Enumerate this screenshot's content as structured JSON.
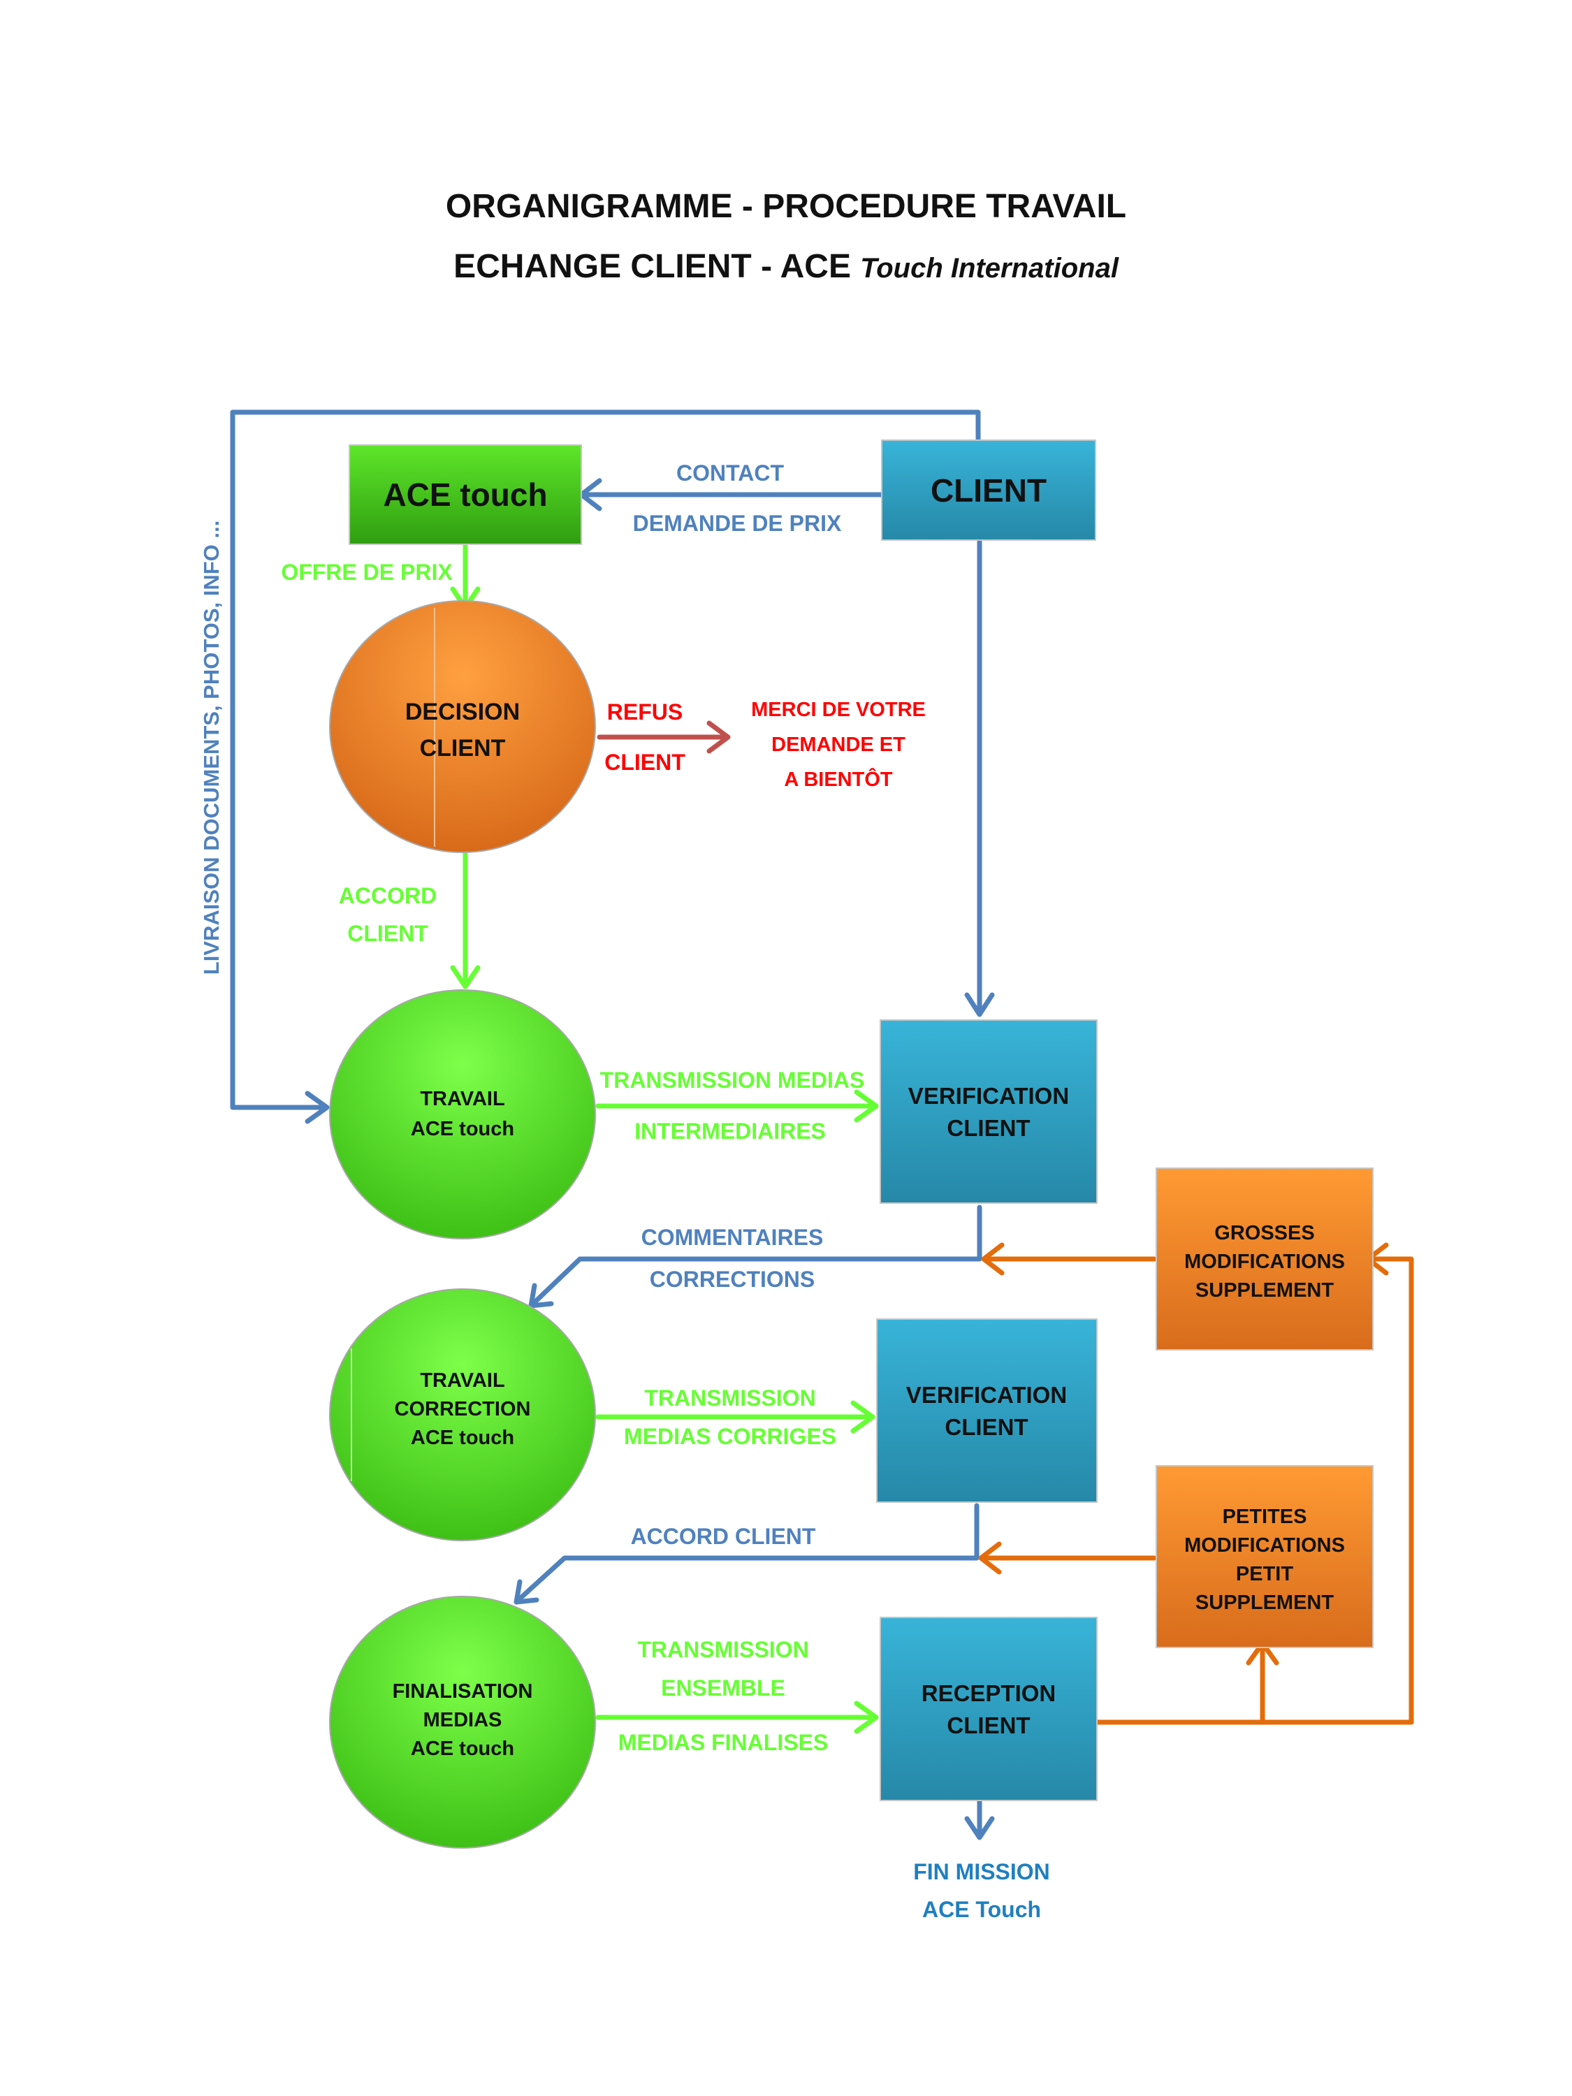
{
  "title": {
    "line1": "ORGANIGRAMME - PROCEDURE TRAVAIL",
    "line2_main": "ECHANGE CLIENT - ACE ",
    "line2_italic": "Touch International"
  },
  "colors": {
    "blue_line": "#4f81bd",
    "green_line": "#66ff33",
    "orange_line": "#e46c0a",
    "red_line": "#c0504d",
    "red_text": "#ff0000",
    "blue_box": "#31a0c0",
    "green_node": "#4ecf1a",
    "orange_node": "#f28a2a"
  },
  "nodes": {
    "ace_touch": "ACE touch",
    "client": "CLIENT",
    "decision": [
      "DECISION",
      "CLIENT"
    ],
    "travail": [
      "TRAVAIL",
      "ACE touch"
    ],
    "verification1": [
      "VERIFICATION",
      "CLIENT"
    ],
    "grosses": [
      "GROSSES",
      "MODIFICATIONS",
      "SUPPLEMENT"
    ],
    "travail_correction": [
      "TRAVAIL",
      "CORRECTION",
      "ACE touch"
    ],
    "verification2": [
      "VERIFICATION",
      "CLIENT"
    ],
    "petites": [
      "PETITES",
      "MODIFICATIONS",
      "PETIT",
      "SUPPLEMENT"
    ],
    "finalisation": [
      "FINALISATION",
      "MEDIAS",
      "ACE touch"
    ],
    "reception": [
      "RECEPTION",
      "CLIENT"
    ]
  },
  "labels": {
    "contact": "CONTACT",
    "demande_prix": "DEMANDE DE PRIX",
    "offre_prix": "OFFRE DE PRIX",
    "refus": "REFUS",
    "refus_client": "CLIENT",
    "merci": [
      "MERCI DE VOTRE",
      "DEMANDE ET",
      "A BIENTÔT"
    ],
    "accord": [
      "ACCORD",
      "CLIENT"
    ],
    "livraison": "LIVRAISON DOCUMENTS, PHOTOS, INFO ...",
    "transmission_medias": [
      "TRANSMISSION MEDIAS",
      "INTERMEDIAIRES"
    ],
    "commentaires": [
      "COMMENTAIRES",
      "CORRECTIONS"
    ],
    "transmission_corriges": [
      "TRANSMISSION",
      "MEDIAS CORRIGES"
    ],
    "accord_client": "ACCORD CLIENT",
    "transmission_ensemble": [
      "TRANSMISSION",
      "ENSEMBLE"
    ],
    "medias_finalises": "MEDIAS FINALISES",
    "fin_mission": [
      "FIN MISSION",
      "ACE Touch"
    ]
  }
}
